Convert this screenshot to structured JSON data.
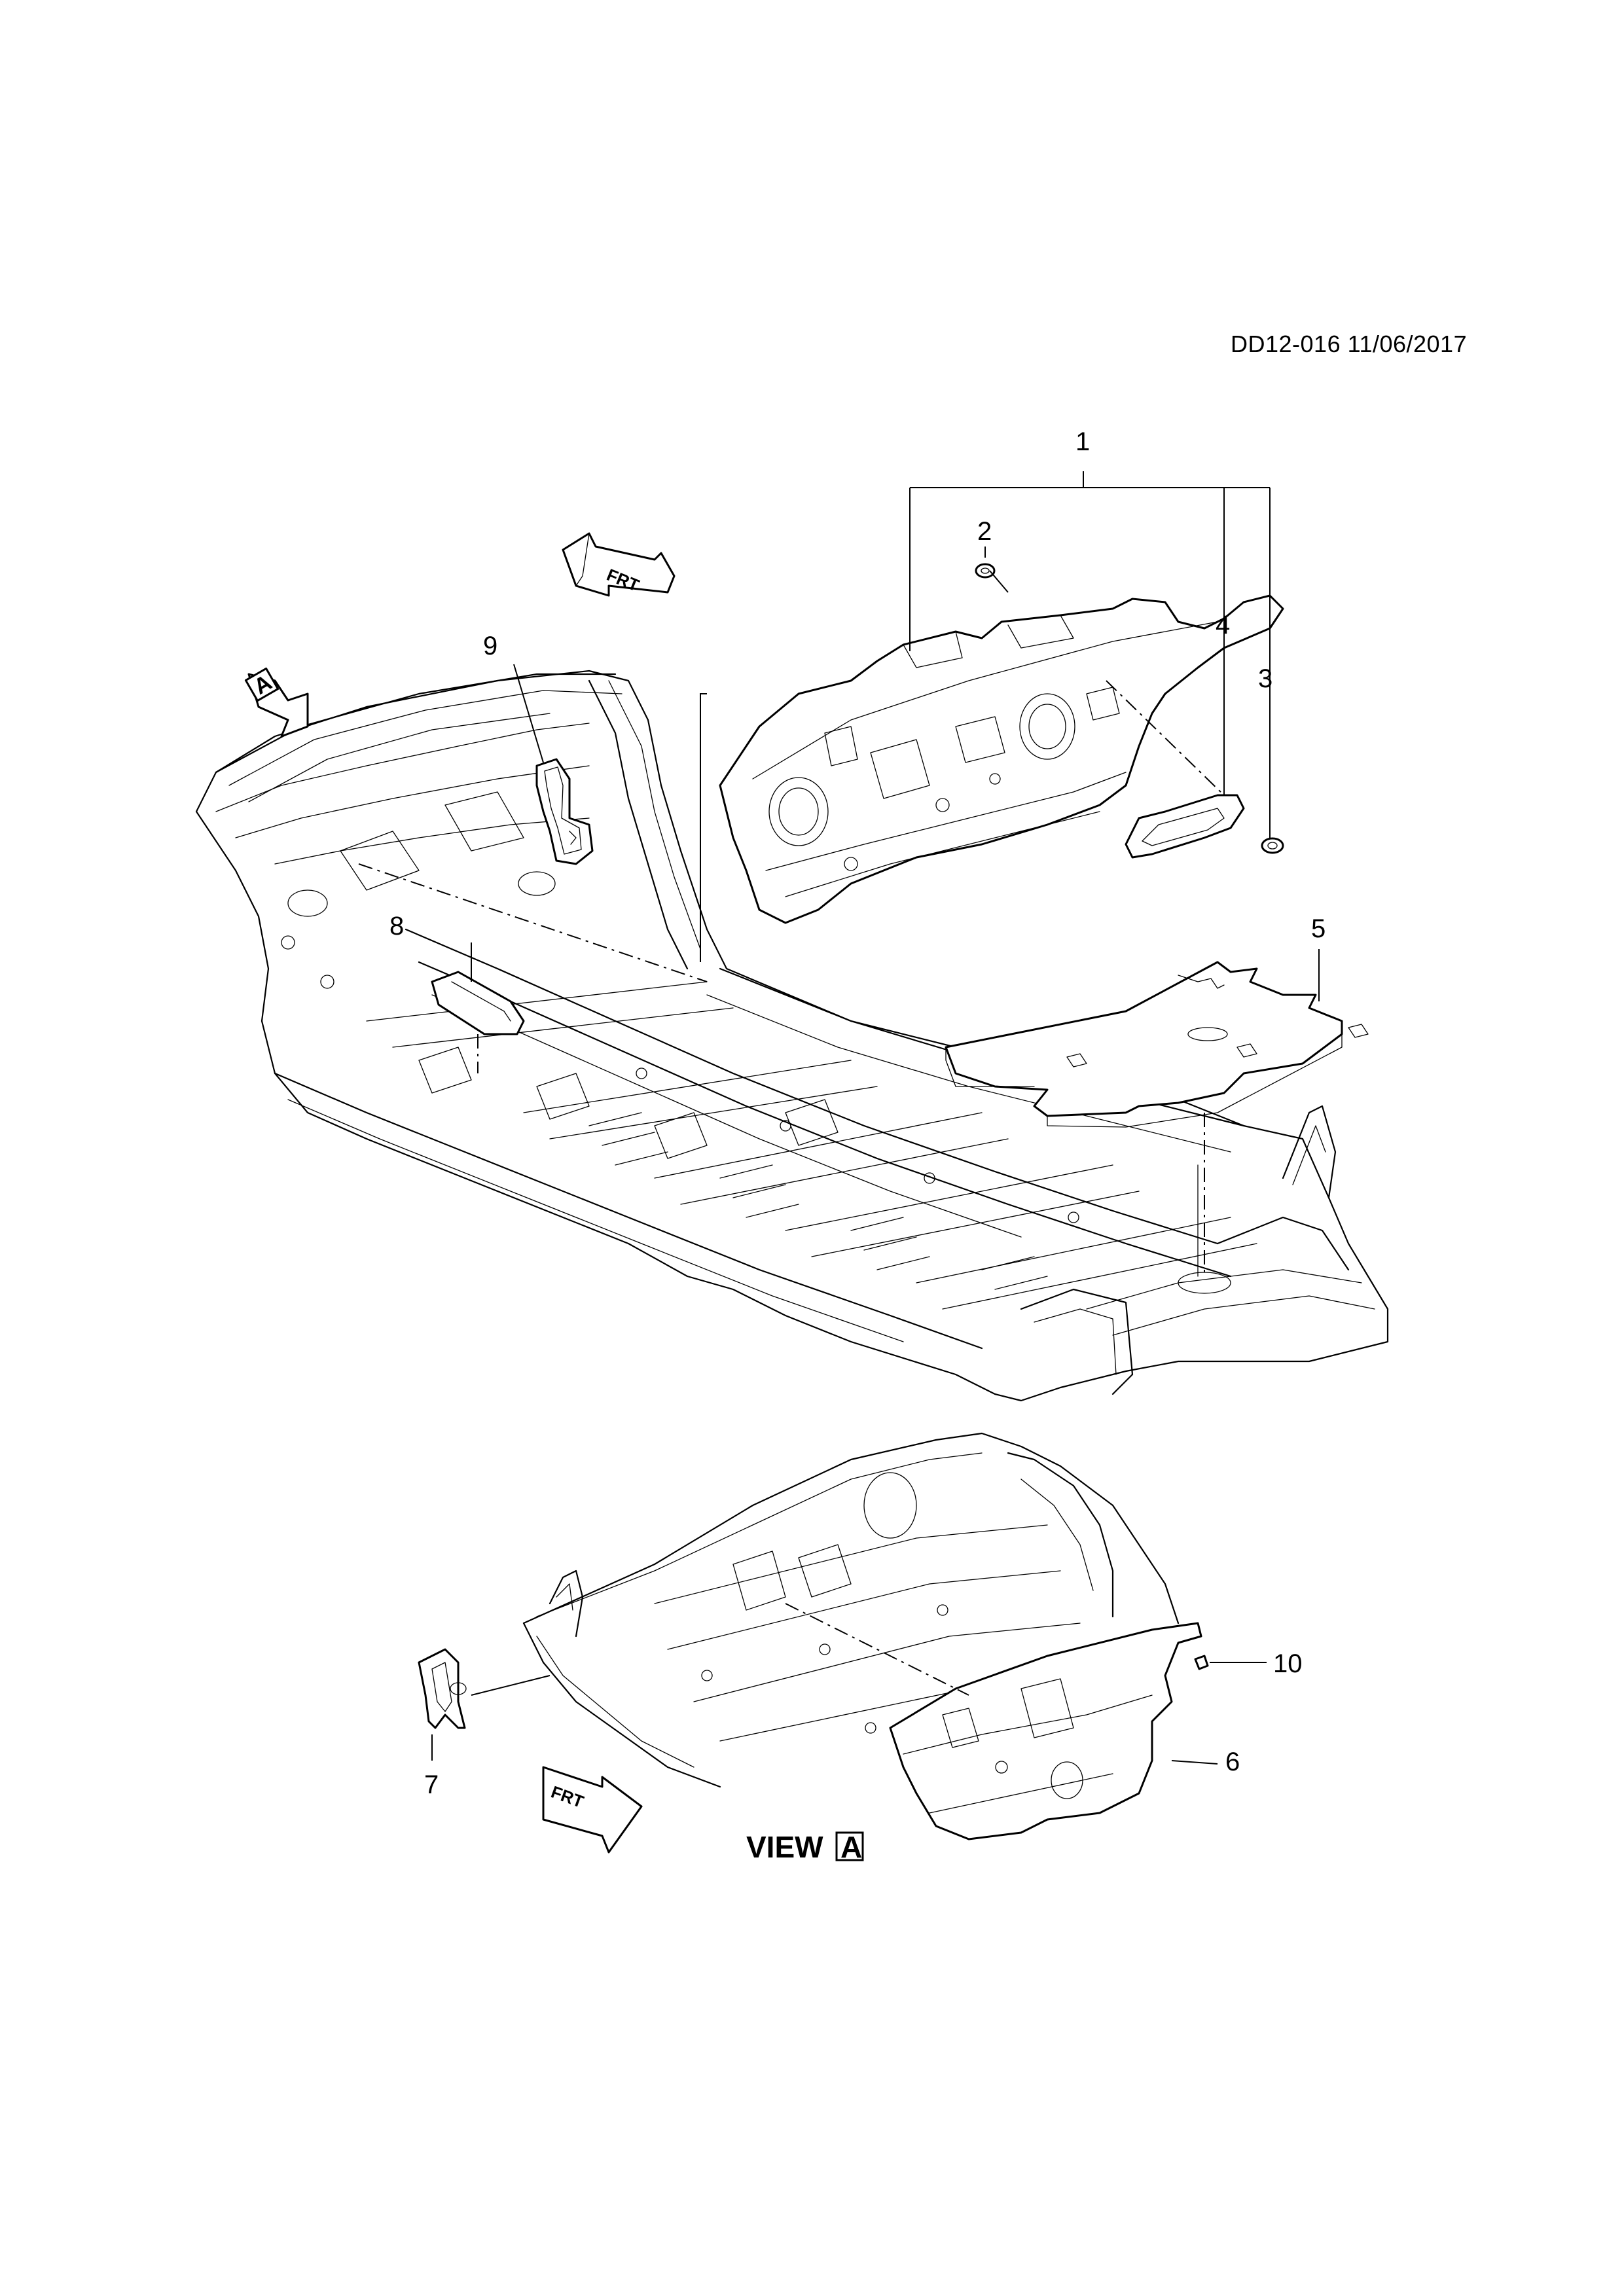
{
  "doc_code": "DD12-016 11/06/2017",
  "callouts": [
    {
      "id": "1",
      "label": "1"
    },
    {
      "id": "2",
      "label": "2"
    },
    {
      "id": "3",
      "label": "3"
    },
    {
      "id": "4",
      "label": "4"
    },
    {
      "id": "5",
      "label": "5"
    },
    {
      "id": "6",
      "label": "6"
    },
    {
      "id": "7",
      "label": "7"
    },
    {
      "id": "8",
      "label": "8"
    },
    {
      "id": "9",
      "label": "9"
    },
    {
      "id": "10",
      "label": "10"
    }
  ],
  "view_label": {
    "prefix": "VIEW",
    "letter": "A"
  },
  "view_marker_letter": "A",
  "front_arrows": [
    {
      "text": "FRT"
    },
    {
      "text": "FRT"
    }
  ]
}
